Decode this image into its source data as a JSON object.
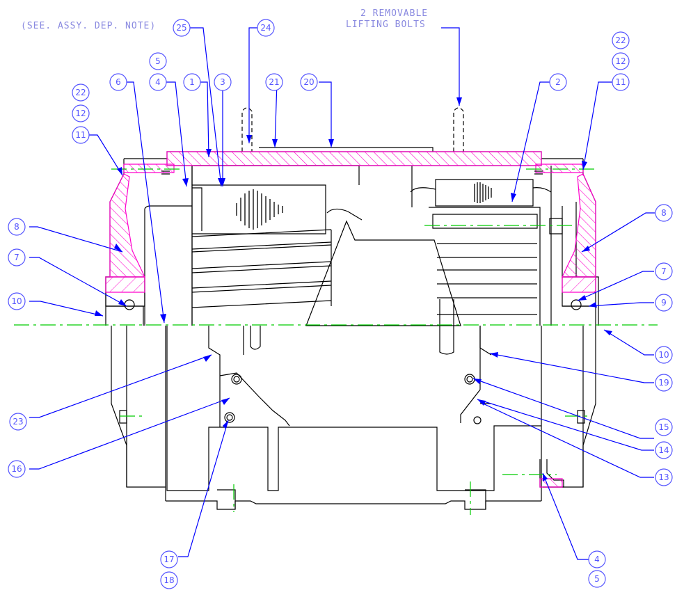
{
  "notes": {
    "assembly_note": "(SEE. ASSY. DEP. NOTE)",
    "lifting_line1": "2 REMOVABLE",
    "lifting_line2": "LIFTING BOLTS"
  },
  "colors": {
    "outline": "#000000",
    "leader": "#0000ff",
    "bubble": "#5555ff",
    "hatch": "#ff00cc",
    "centerline": "#00cc00",
    "note_text": "#8a8ae0"
  },
  "callouts": [
    {
      "label": "25",
      "name": "callout-25"
    },
    {
      "label": "24",
      "name": "callout-24"
    },
    {
      "label": "5",
      "name": "callout-5-top"
    },
    {
      "label": "4",
      "name": "callout-4-top"
    },
    {
      "label": "1",
      "name": "callout-1"
    },
    {
      "label": "3",
      "name": "callout-3"
    },
    {
      "label": "21",
      "name": "callout-21"
    },
    {
      "label": "20",
      "name": "callout-20"
    },
    {
      "label": "6",
      "name": "callout-6"
    },
    {
      "label": "2",
      "name": "callout-2"
    },
    {
      "label": "22",
      "name": "callout-22-left"
    },
    {
      "label": "12",
      "name": "callout-12-left"
    },
    {
      "label": "11",
      "name": "callout-11-left"
    },
    {
      "label": "22",
      "name": "callout-22-right"
    },
    {
      "label": "12",
      "name": "callout-12-right"
    },
    {
      "label": "11",
      "name": "callout-11-right"
    },
    {
      "label": "8",
      "name": "callout-8-left"
    },
    {
      "label": "8",
      "name": "callout-8-right"
    },
    {
      "label": "7",
      "name": "callout-7-left"
    },
    {
      "label": "7",
      "name": "callout-7-right"
    },
    {
      "label": "10",
      "name": "callout-10-left"
    },
    {
      "label": "9",
      "name": "callout-9"
    },
    {
      "label": "10",
      "name": "callout-10-right"
    },
    {
      "label": "19",
      "name": "callout-19"
    },
    {
      "label": "23",
      "name": "callout-23"
    },
    {
      "label": "15",
      "name": "callout-15"
    },
    {
      "label": "14",
      "name": "callout-14"
    },
    {
      "label": "16",
      "name": "callout-16"
    },
    {
      "label": "13",
      "name": "callout-13"
    },
    {
      "label": "17",
      "name": "callout-17"
    },
    {
      "label": "18",
      "name": "callout-18"
    },
    {
      "label": "4",
      "name": "callout-4-bottom"
    },
    {
      "label": "5",
      "name": "callout-5-bottom"
    }
  ]
}
